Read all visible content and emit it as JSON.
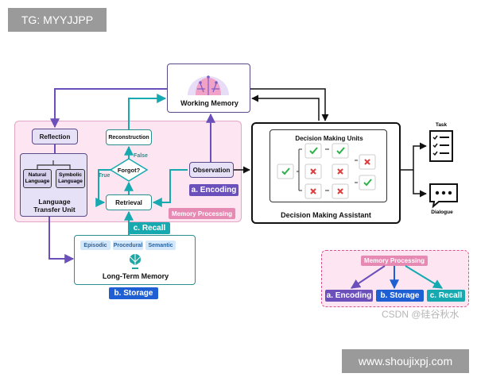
{
  "watermarks": {
    "top_left": "TG: MYYJJPP",
    "bottom_right": "www.shoujixpj.com",
    "csdn": "CSDN @硅谷秋水"
  },
  "working_memory": {
    "label": "Working Memory"
  },
  "memory_processing": {
    "label": "Memory Processing",
    "reflection": "Reflection",
    "language_transfer_unit": {
      "label": "Language\nTransfer Unit",
      "left": "Natural\nLanguage",
      "right": "Symbolic\nLanguage"
    },
    "reconstruction": "Reconstruction",
    "forgot": "Forgot?",
    "false_label": "False",
    "true_label": "True",
    "retrieval": "Retrieval",
    "observation": "Observation"
  },
  "pills": {
    "encoding": "a. Encoding",
    "recall": "c. Recall",
    "storage": "b. Storage"
  },
  "long_term_memory": {
    "label": "Long-Term Memory",
    "types": [
      "Episodic",
      "Procedural",
      "Semantic"
    ]
  },
  "decision_assistant": {
    "label": "Decision Making Assistant",
    "units_label": "Decision Making Units"
  },
  "outputs": {
    "task": "Task",
    "dialogue": "Dialogue"
  },
  "legend": {
    "title": "Memory Processing",
    "items": [
      "a. Encoding",
      "b. Storage",
      "c. Recall"
    ]
  },
  "colors": {
    "purple": "#6b4fbb",
    "teal": "#16a9b0",
    "blue": "#1f5fd4",
    "pink_fill": "#fde6f1",
    "pink_label": "#e68ab4"
  },
  "icons": {
    "brain": "brain-icon",
    "tree": "tree-icon",
    "check": "check-icon",
    "cross": "cross-icon",
    "task": "checklist-icon",
    "dialogue": "speech-bubble-icon"
  }
}
